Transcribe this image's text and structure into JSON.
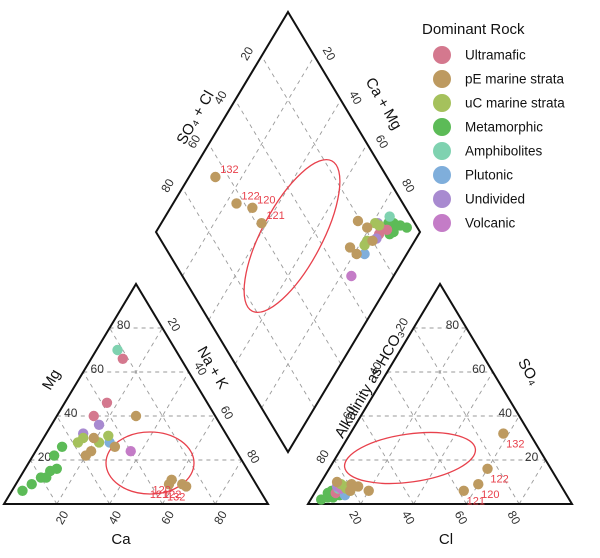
{
  "chart_data": {
    "type": "scatter",
    "subtype": "piper-diagram",
    "title": "",
    "grid": true,
    "legend": {
      "title": "Dominant Rock",
      "placement": "top-right",
      "items": [
        {
          "name": "Ultramafic",
          "color": "#d4788e"
        },
        {
          "name": "pE marine strata",
          "color": "#bd9a60"
        },
        {
          "name": "uC marine strata",
          "color": "#a5c15c"
        },
        {
          "name": "Metamorphic",
          "color": "#5cbb57"
        },
        {
          "name": "Amphibolites",
          "color": "#7fd2b0"
        },
        {
          "name": "Plutonic",
          "color": "#7faedb"
        },
        {
          "name": "Undivided",
          "color": "#a88ad0"
        },
        {
          "name": "Volcanic",
          "color": "#c47cc7"
        }
      ]
    },
    "cation_triangle": {
      "axis_labels": {
        "ca": "Ca",
        "mg": "Mg",
        "na_k": "Na + K"
      },
      "ticks": {
        "ca": [
          "80",
          "60",
          "40",
          "20"
        ],
        "mg": [
          "20",
          "40",
          "60",
          "80"
        ],
        "na_k": [
          "20",
          "40",
          "60",
          "80"
        ]
      }
    },
    "anion_triangle": {
      "axis_labels": {
        "cl": "Cl",
        "so4": "SO₄",
        "alk": "Alkalinity as HCO₃"
      },
      "ticks": {
        "cl": [
          "20",
          "40",
          "60",
          "80"
        ],
        "so4": [
          "20",
          "40",
          "60",
          "80"
        ],
        "alk": [
          "80",
          "60",
          "40",
          "20"
        ]
      }
    },
    "diamond": {
      "axis_labels": {
        "so4_cl": "SO₄ + Cl",
        "ca_mg": "Ca + Mg"
      },
      "ticks": {
        "so4_cl": [
          "20",
          "40",
          "60",
          "80"
        ],
        "ca_mg": [
          "20",
          "40",
          "60",
          "80"
        ]
      }
    },
    "samples": [
      {
        "group": "Metamorphic",
        "ca": 90,
        "mg": 6,
        "cl": 4,
        "so4": 2,
        "label": ""
      },
      {
        "group": "Metamorphic",
        "ca": 85,
        "mg": 9,
        "cl": 6,
        "so4": 3,
        "label": ""
      },
      {
        "group": "Metamorphic",
        "ca": 80,
        "mg": 12,
        "cl": 7,
        "so4": 4,
        "label": ""
      },
      {
        "group": "Metamorphic",
        "ca": 75,
        "mg": 15,
        "cl": 5,
        "so4": 5,
        "label": ""
      },
      {
        "group": "Metamorphic",
        "ca": 72,
        "mg": 16,
        "cl": 8,
        "so4": 3,
        "label": ""
      },
      {
        "group": "Metamorphic",
        "ca": 78,
        "mg": 12,
        "cl": 9,
        "so4": 5,
        "label": ""
      },
      {
        "group": "Metamorphic",
        "ca": 70,
        "mg": 22,
        "cl": 6,
        "so4": 6,
        "label": ""
      },
      {
        "group": "Metamorphic",
        "ca": 65,
        "mg": 26,
        "cl": 10,
        "so4": 4,
        "label": ""
      },
      {
        "group": "Ultramafic",
        "ca": 22,
        "mg": 66,
        "cl": 8,
        "so4": 5,
        "label": ""
      },
      {
        "group": "Ultramafic",
        "ca": 38,
        "mg": 46,
        "cl": 9,
        "so4": 6,
        "label": ""
      },
      {
        "group": "Ultramafic",
        "ca": 46,
        "mg": 40,
        "cl": 10,
        "so4": 6,
        "label": ""
      },
      {
        "group": "Amphibolites",
        "ca": 22,
        "mg": 70,
        "cl": 8,
        "so4": 7,
        "label": ""
      },
      {
        "group": "Undivided",
        "ca": 54,
        "mg": 32,
        "cl": 11,
        "so4": 7,
        "label": ""
      },
      {
        "group": "Undivided",
        "ca": 46,
        "mg": 36,
        "cl": 7,
        "so4": 8,
        "label": ""
      },
      {
        "group": "Plutonic",
        "ca": 46,
        "mg": 28,
        "cl": 12,
        "so4": 4,
        "label": ""
      },
      {
        "group": "Volcanic",
        "ca": 40,
        "mg": 24,
        "cl": 9,
        "so4": 7,
        "label": ""
      },
      {
        "group": "uC marine strata",
        "ca": 55,
        "mg": 30,
        "cl": 13,
        "so4": 6,
        "label": ""
      },
      {
        "group": "uC marine strata",
        "ca": 58,
        "mg": 28,
        "cl": 8,
        "so4": 9,
        "label": ""
      },
      {
        "group": "uC marine strata",
        "ca": 50,
        "mg": 28,
        "cl": 10,
        "so4": 8,
        "label": ""
      },
      {
        "group": "uC marine strata",
        "ca": 45,
        "mg": 31,
        "cl": 11,
        "so4": 7,
        "label": ""
      },
      {
        "group": "pE marine strata",
        "ca": 58,
        "mg": 22,
        "cl": 6,
        "so4": 10,
        "label": ""
      },
      {
        "group": "pE marine strata",
        "ca": 51,
        "mg": 30,
        "cl": 12,
        "so4": 9,
        "label": ""
      },
      {
        "group": "pE marine strata",
        "ca": 45,
        "mg": 26,
        "cl": 13,
        "so4": 6,
        "label": ""
      },
      {
        "group": "pE marine strata",
        "ca": 30,
        "mg": 40,
        "cl": 15,
        "so4": 8,
        "label": ""
      },
      {
        "group": "pE marine strata",
        "ca": 55,
        "mg": 24,
        "cl": 20,
        "so4": 6,
        "label": ""
      },
      {
        "group": "pE marine strata",
        "ca": 31,
        "mg": 11,
        "cl": 60,
        "so4": 9,
        "label": "120"
      },
      {
        "group": "pE marine strata",
        "ca": 33,
        "mg": 9,
        "cl": 56,
        "so4": 6,
        "label": "121"
      },
      {
        "group": "pE marine strata",
        "ca": 28,
        "mg": 9,
        "cl": 60,
        "so4": 16,
        "label": "122"
      },
      {
        "group": "pE marine strata",
        "ca": 27,
        "mg": 8,
        "cl": 58,
        "so4": 32,
        "label": "132"
      }
    ],
    "group_ellipse_labels": [
      "120",
      "121",
      "122",
      "132"
    ]
  }
}
